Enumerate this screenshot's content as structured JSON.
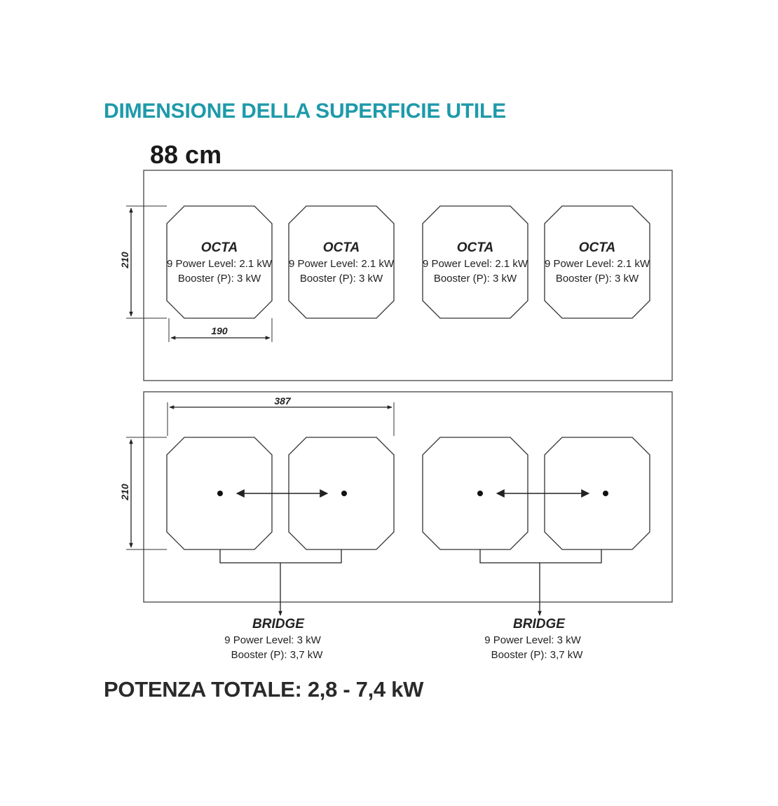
{
  "header": {
    "title": "DIMENSIONE DELLA SUPERFICIE UTILE",
    "width_label": "88 cm"
  },
  "top_panel": {
    "zones": [
      {
        "name": "OCTA",
        "power_level": "9 Power Level: 2.1 kW",
        "booster": "Booster (P): 3 kW"
      },
      {
        "name": "OCTA",
        "power_level": "9 Power Level: 2.1 kW",
        "booster": "Booster (P): 3 kW"
      },
      {
        "name": "OCTA",
        "power_level": "9 Power Level: 2.1 kW",
        "booster": "Booster (P): 3 kW"
      },
      {
        "name": "OCTA",
        "power_level": "9 Power Level: 2.1 kW",
        "booster": "Booster (P): 3 kW"
      }
    ],
    "height_dimension": "210",
    "width_dimension": "190"
  },
  "bottom_panel": {
    "height_dimension": "210",
    "width_dimension": "387",
    "bridges": [
      {
        "name": "BRIDGE",
        "power_level": "9 Power Level: 3 kW",
        "booster": "Booster (P): 3,7 kW"
      },
      {
        "name": "BRIDGE",
        "power_level": "9 Power Level: 3 kW",
        "booster": "Booster (P): 3,7 kW"
      }
    ]
  },
  "footer": {
    "total_power": "POTENZA TOTALE: 2,8 - 7,4 kW"
  },
  "colors": {
    "title": "#1e9aaa",
    "lines": "#333333"
  }
}
